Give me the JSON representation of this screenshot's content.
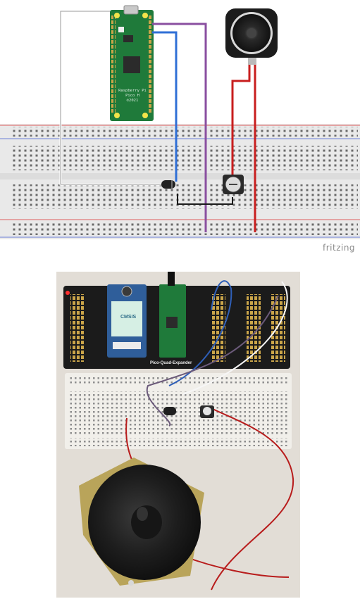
{
  "fritzing_logo": "fritzing",
  "pico_silkscreen": {
    "line1": "Raspberry Pi",
    "line2": "Pico H",
    "line3": "©2021"
  },
  "expander_label": "Pico-Quad-Expander",
  "lcd_text": "CMSIS",
  "colors": {
    "breadboard": "#e9e9e9",
    "pico_green": "#1f7a3a",
    "wire_white": "#ffffff",
    "wire_blue": "#2f6fd6",
    "wire_purple": "#8a4fa0",
    "wire_red": "#c81e1e",
    "wire_black": "#1a1a1a",
    "rail_red": "#e06060",
    "rail_blue": "#6a7fd6",
    "expander_black": "#1b1b1b"
  }
}
